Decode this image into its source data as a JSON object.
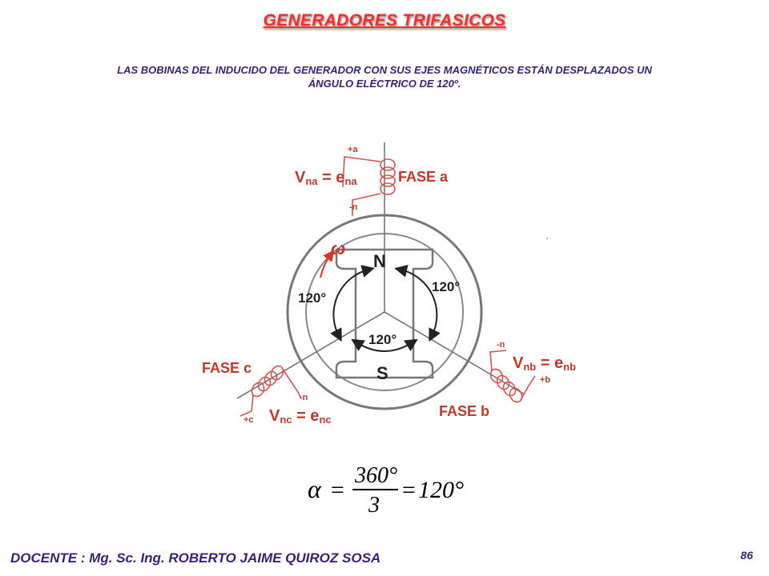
{
  "header": {
    "title": "GENERADORES TRIFASICOS",
    "subtitle_line1": "LAS BOBINAS DEL INDUCIDO DEL GENERADOR CON SUS EJES MAGNÉTICOS ESTÁN DESPLAZADOS UN",
    "subtitle_line2": "ÁNGULO ELÉCTRICO DE 120º."
  },
  "diagram": {
    "phase_a": {
      "label": "FASE a",
      "V": "V",
      "V_sub": "na",
      "eq": " = e",
      "e_sub": "na",
      "plus": "+a",
      "minus": "-n"
    },
    "phase_b": {
      "label": "FASE b",
      "V": "V",
      "V_sub": "nb",
      "eq": " = e",
      "e_sub": "nb",
      "plus": "+b",
      "minus": "-n"
    },
    "phase_c": {
      "label": "FASE c",
      "V": "V",
      "V_sub": "nc",
      "eq": " = e",
      "e_sub": "nc",
      "plus": "+c",
      "minus": "-n"
    },
    "pole_north": "N",
    "pole_south": "S",
    "omega": "ω",
    "angle_left": "120°",
    "angle_right": "120°",
    "angle_bottom": "120°",
    "colors": {
      "coil": "#d9534f",
      "label": "#c0392b",
      "frame": "#777777"
    }
  },
  "formula": {
    "alpha": "α",
    "equals1": "=",
    "numerator": "360°",
    "denominator": "3",
    "equals2": "=",
    "result": "120°"
  },
  "footer": {
    "author": "DOCENTE : Mg. Sc. Ing. ROBERTO JAIME QUIROZ SOSA",
    "page": "86"
  }
}
